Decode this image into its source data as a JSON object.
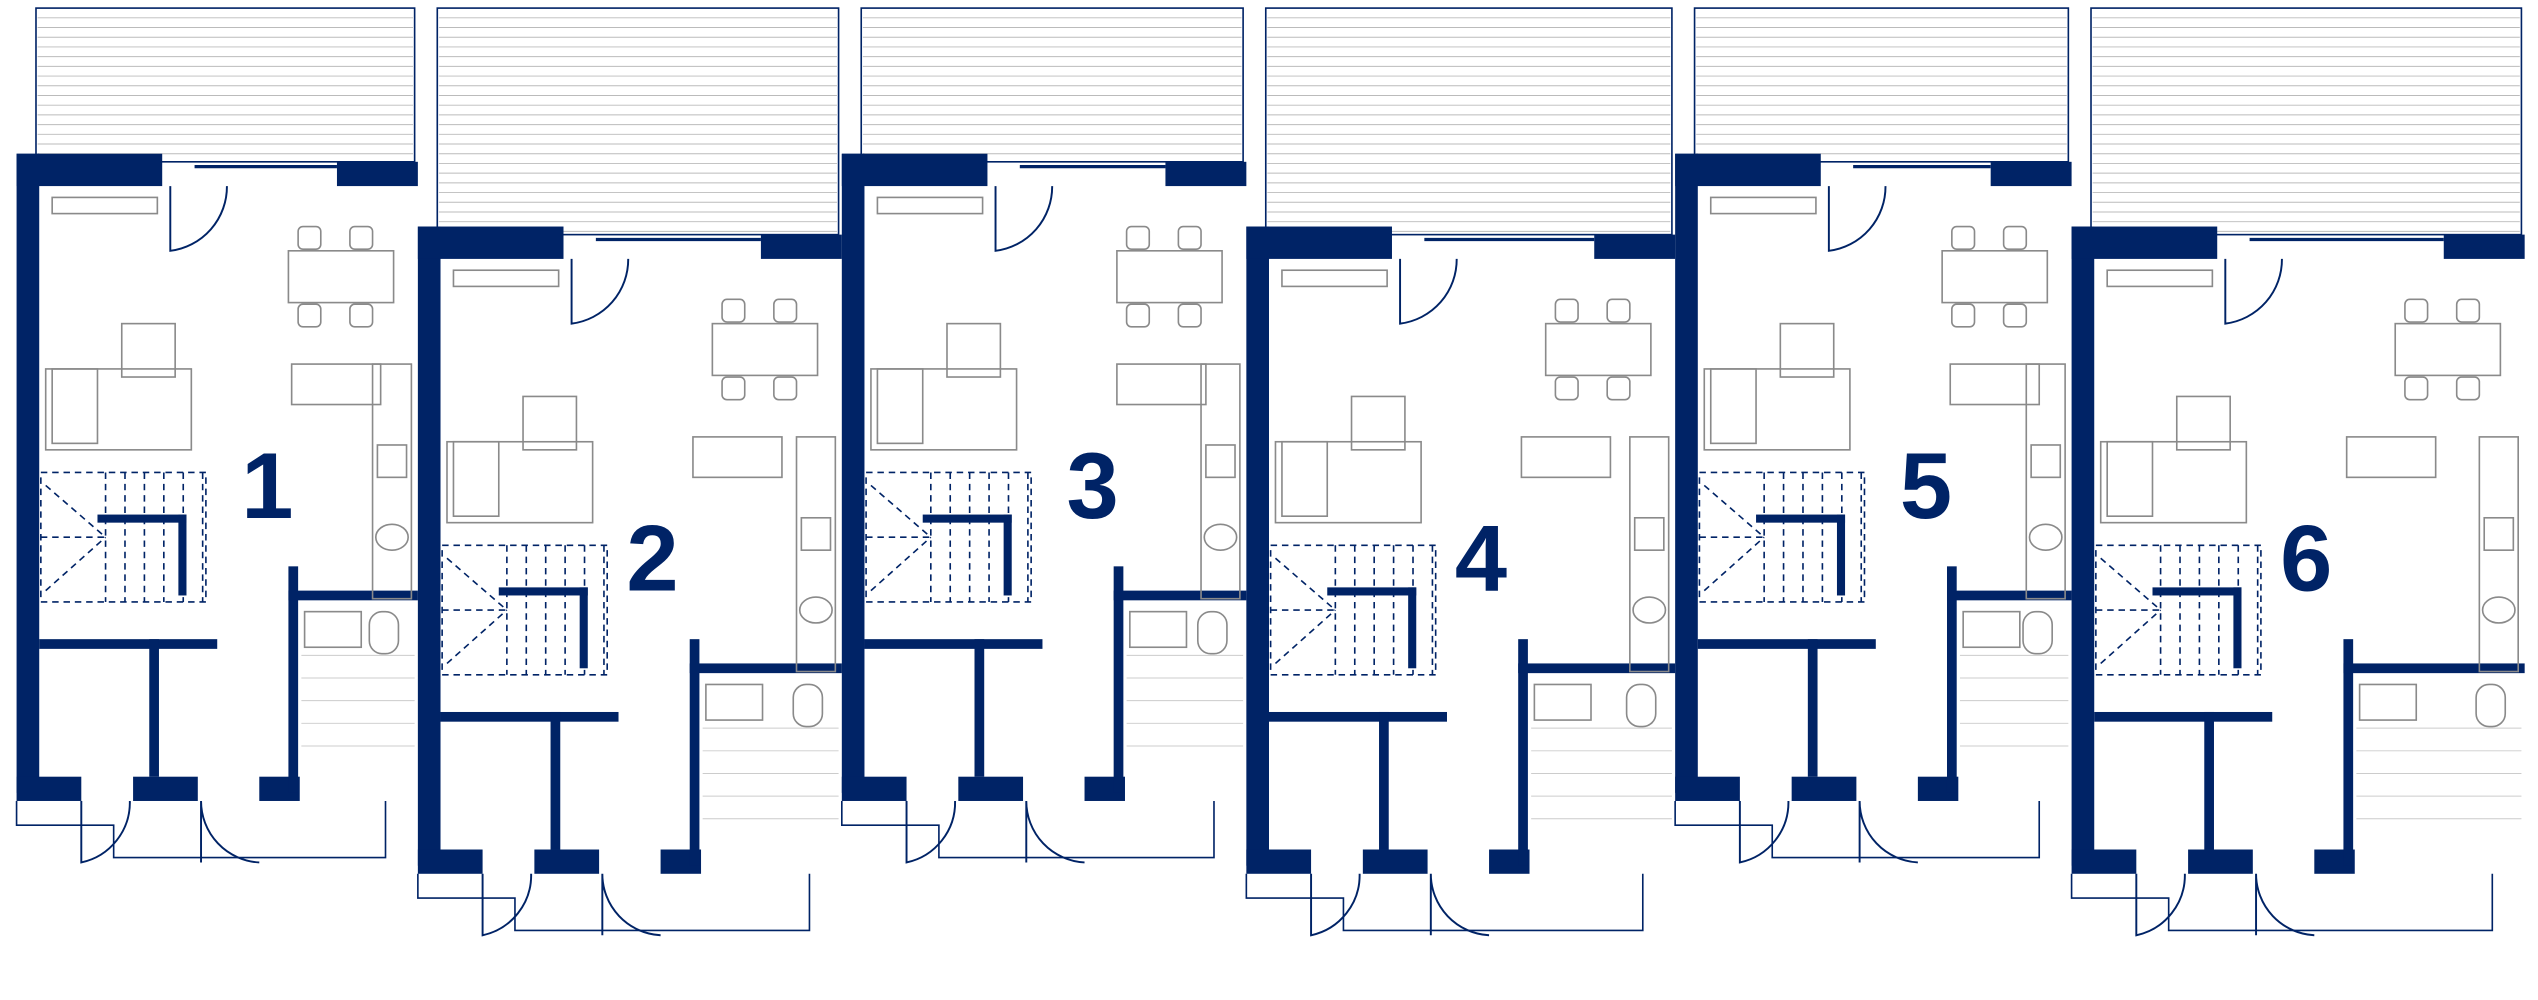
{
  "colors": {
    "wall": "#002366",
    "furniture": "#8a8a8a",
    "background": "#ffffff"
  },
  "units": [
    {
      "label": "1",
      "level": "upper"
    },
    {
      "label": "2",
      "level": "lower"
    },
    {
      "label": "3",
      "level": "upper"
    },
    {
      "label": "4",
      "level": "lower"
    },
    {
      "label": "5",
      "level": "upper"
    },
    {
      "label": "6",
      "level": "lower"
    }
  ]
}
